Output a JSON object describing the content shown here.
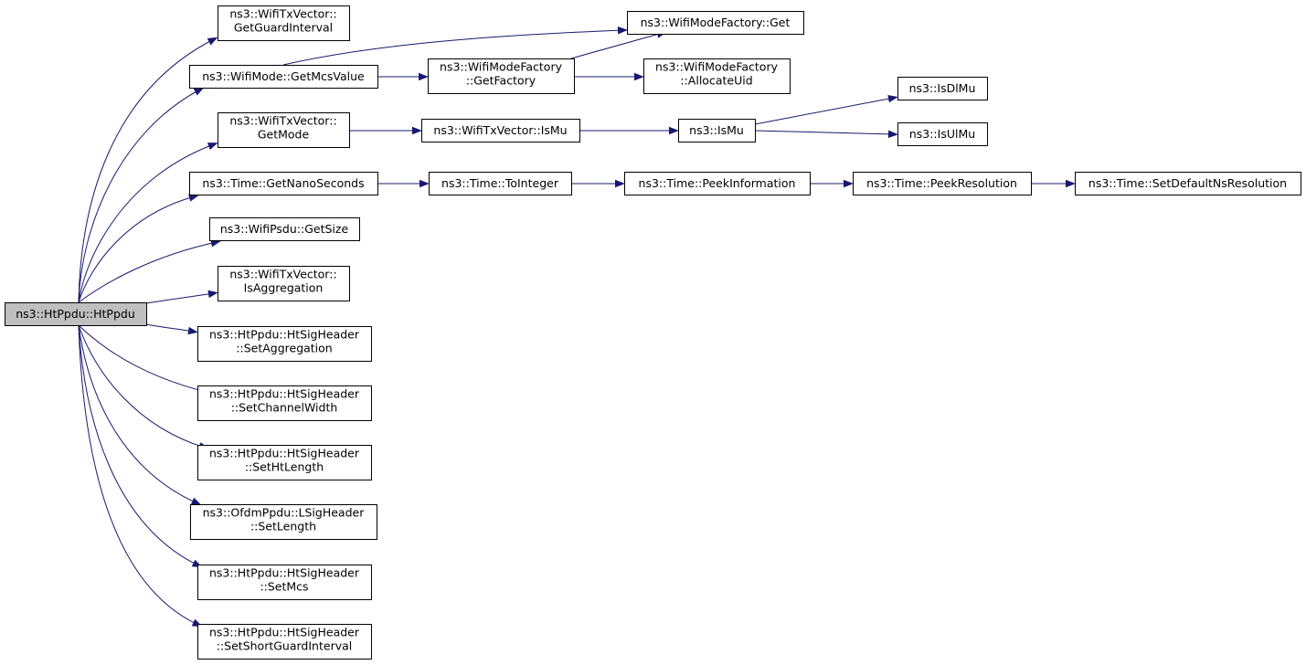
{
  "diagram": {
    "type": "call-graph",
    "root": "ns3::HtPpdu::HtPpdu",
    "nodes": [
      {
        "id": "root",
        "lines": [
          "ns3::HtPpdu::HtPpdu"
        ]
      },
      {
        "id": "getGuardInterval",
        "lines": [
          "ns3::WifiTxVector::",
          "GetGuardInterval"
        ]
      },
      {
        "id": "getMcsValue",
        "lines": [
          "ns3::WifiMode::GetMcsValue"
        ]
      },
      {
        "id": "getMode",
        "lines": [
          "ns3::WifiTxVector::",
          "GetMode"
        ]
      },
      {
        "id": "getNanoSeconds",
        "lines": [
          "ns3::Time::GetNanoSeconds"
        ]
      },
      {
        "id": "getSize",
        "lines": [
          "ns3::WifiPsdu::GetSize"
        ]
      },
      {
        "id": "isAggregation",
        "lines": [
          "ns3::WifiTxVector::",
          "IsAggregation"
        ]
      },
      {
        "id": "setAggregation",
        "lines": [
          "ns3::HtPpdu::HtSigHeader",
          "::SetAggregation"
        ]
      },
      {
        "id": "setChannelWidth",
        "lines": [
          "ns3::HtPpdu::HtSigHeader",
          "::SetChannelWidth"
        ]
      },
      {
        "id": "setHtLength",
        "lines": [
          "ns3::HtPpdu::HtSigHeader",
          "::SetHtLength"
        ]
      },
      {
        "id": "setLength",
        "lines": [
          "ns3::OfdmPpdu::LSigHeader",
          "::SetLength"
        ]
      },
      {
        "id": "setMcs",
        "lines": [
          "ns3::HtPpdu::HtSigHeader",
          "::SetMcs"
        ]
      },
      {
        "id": "setShortGuardInterval",
        "lines": [
          "ns3::HtPpdu::HtSigHeader",
          "::SetShortGuardInterval"
        ]
      },
      {
        "id": "modeFactoryGet",
        "lines": [
          "ns3::WifiModeFactory::Get"
        ]
      },
      {
        "id": "getFactory",
        "lines": [
          "ns3::WifiModeFactory",
          "::GetFactory"
        ]
      },
      {
        "id": "allocateUid",
        "lines": [
          "ns3::WifiModeFactory",
          "::AllocateUid"
        ]
      },
      {
        "id": "txIsMu",
        "lines": [
          "ns3::WifiTxVector::IsMu"
        ]
      },
      {
        "id": "isMu",
        "lines": [
          "ns3::IsMu"
        ]
      },
      {
        "id": "isDlMu",
        "lines": [
          "ns3::IsDlMu"
        ]
      },
      {
        "id": "isUlMu",
        "lines": [
          "ns3::IsUlMu"
        ]
      },
      {
        "id": "toInteger",
        "lines": [
          "ns3::Time::ToInteger"
        ]
      },
      {
        "id": "peekInformation",
        "lines": [
          "ns3::Time::PeekInformation"
        ]
      },
      {
        "id": "peekResolution",
        "lines": [
          "ns3::Time::PeekResolution"
        ]
      },
      {
        "id": "setDefaultNsResolution",
        "lines": [
          "ns3::Time::SetDefaultNsResolution"
        ]
      }
    ],
    "edges": [
      {
        "from": "root",
        "to": "getGuardInterval"
      },
      {
        "from": "root",
        "to": "getMcsValue"
      },
      {
        "from": "root",
        "to": "getMode"
      },
      {
        "from": "root",
        "to": "getNanoSeconds"
      },
      {
        "from": "root",
        "to": "getSize"
      },
      {
        "from": "root",
        "to": "isAggregation"
      },
      {
        "from": "root",
        "to": "setAggregation"
      },
      {
        "from": "root",
        "to": "setChannelWidth"
      },
      {
        "from": "root",
        "to": "setHtLength"
      },
      {
        "from": "root",
        "to": "setLength"
      },
      {
        "from": "root",
        "to": "setMcs"
      },
      {
        "from": "root",
        "to": "setShortGuardInterval"
      },
      {
        "from": "getMcsValue",
        "to": "modeFactoryGet"
      },
      {
        "from": "getMcsValue",
        "to": "getFactory"
      },
      {
        "from": "getFactory",
        "to": "modeFactoryGet"
      },
      {
        "from": "getFactory",
        "to": "allocateUid"
      },
      {
        "from": "getMode",
        "to": "txIsMu"
      },
      {
        "from": "txIsMu",
        "to": "isMu"
      },
      {
        "from": "isMu",
        "to": "isDlMu"
      },
      {
        "from": "isMu",
        "to": "isUlMu"
      },
      {
        "from": "getNanoSeconds",
        "to": "toInteger"
      },
      {
        "from": "toInteger",
        "to": "peekInformation"
      },
      {
        "from": "peekInformation",
        "to": "peekResolution"
      },
      {
        "from": "peekResolution",
        "to": "setDefaultNsResolution"
      }
    ],
    "colors": {
      "edge": "#191970",
      "root_fill": "#bfbfbf",
      "node_fill": "#ffffff",
      "node_border": "#000000"
    }
  }
}
